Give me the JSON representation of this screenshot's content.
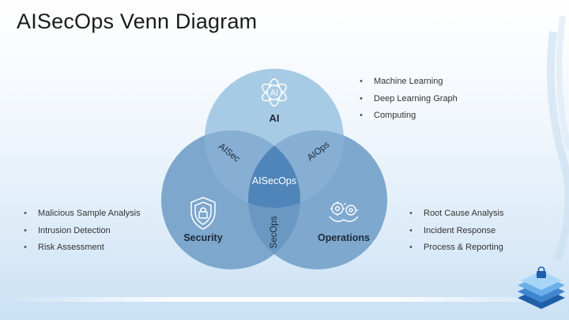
{
  "title": "AISecOps Venn Diagram",
  "circles": {
    "ai": {
      "label": "AI",
      "icon": "ai-chip-icon",
      "color": "#a9cce6"
    },
    "security": {
      "label": "Security",
      "icon": "shield-lock-icon",
      "color": "#7fa9cf"
    },
    "operations": {
      "label": "Operations",
      "icon": "gears-icon",
      "color": "#7fa9cf"
    }
  },
  "intersections": {
    "ai_security": "AISec",
    "ai_operations": "AIOps",
    "security_operations": "SecOps",
    "center": "AISecOps"
  },
  "ai_bullets": [
    "Machine Learning",
    "Deep Learning Graph",
    "Computing"
  ],
  "security_bullets": [
    "Malicious Sample Analysis",
    "Intrusion Detection",
    "Risk Assessment"
  ],
  "operations_bullets": [
    "Root Cause Analysis",
    "Incident Response",
    "Process & Reporting"
  ],
  "logo": {
    "icon": "stacked-layers-lock-icon"
  }
}
